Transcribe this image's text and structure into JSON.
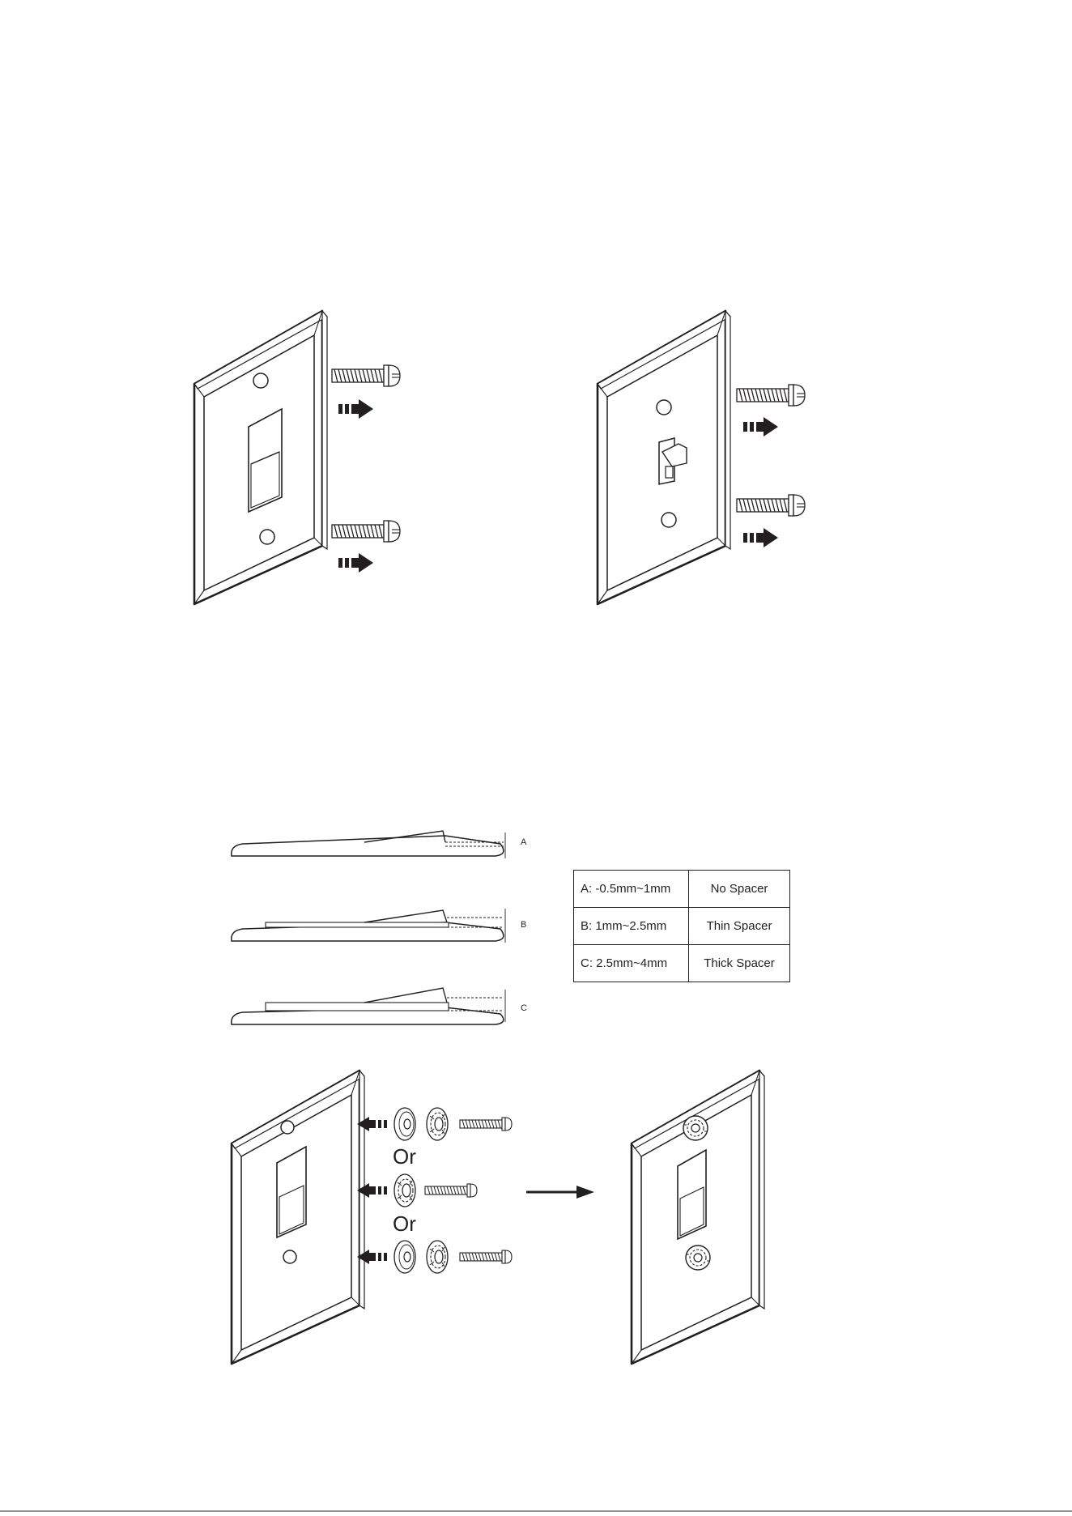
{
  "gap_markers": {
    "a": "A",
    "b": "B",
    "c": "C"
  },
  "spacer_table": {
    "rows": [
      {
        "range": "A: -0.5mm~1mm",
        "spacer": "No Spacer"
      },
      {
        "range": "B: 1mm~2.5mm",
        "spacer": "Thin Spacer"
      },
      {
        "range": "C: 2.5mm~4mm",
        "spacer": "Thick Spacer"
      }
    ]
  },
  "spacer_options": {
    "separator_1": "Or",
    "separator_2": "Or"
  },
  "colors": {
    "line": "#231f20",
    "background": "#ffffff"
  }
}
